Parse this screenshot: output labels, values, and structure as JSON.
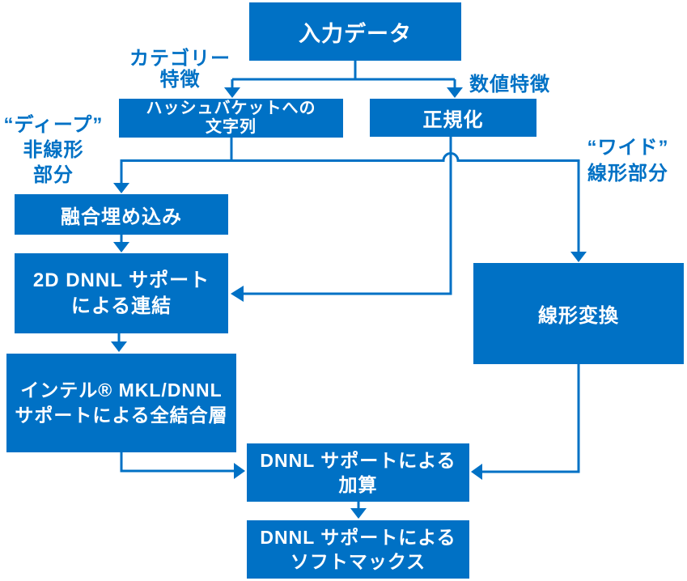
{
  "colors": {
    "accent": "#0071c5",
    "node_text": "#ffffff",
    "background": "#ffffff"
  },
  "nodes": {
    "input": {
      "label": "入力データ"
    },
    "hash": {
      "line1": "ハッシュバケットへの",
      "line2": "文字列"
    },
    "norm": {
      "label": "正規化"
    },
    "embed": {
      "label": "融合埋め込み"
    },
    "concat": {
      "line1": "2D DNNL サポート",
      "line2": "による連結"
    },
    "fc": {
      "line1": "インテル® MKL/DNNL",
      "line2": "サポートによる全結合層"
    },
    "linear": {
      "label": "線形変換"
    },
    "add": {
      "line1": "DNNL サポートによる",
      "line2": "加算"
    },
    "softmax": {
      "line1": "DNNL サポートによる",
      "line2": "ソフトマックス"
    }
  },
  "labels": {
    "categorical": {
      "line1": "カテゴリー",
      "line2": "特徴"
    },
    "numerical": {
      "label": "数値特徴"
    },
    "deep": {
      "line1": "“ディープ”",
      "line2": "非線形",
      "line3": "部分"
    },
    "wide": {
      "line1": "“ワイド”",
      "line2": "線形部分"
    }
  }
}
